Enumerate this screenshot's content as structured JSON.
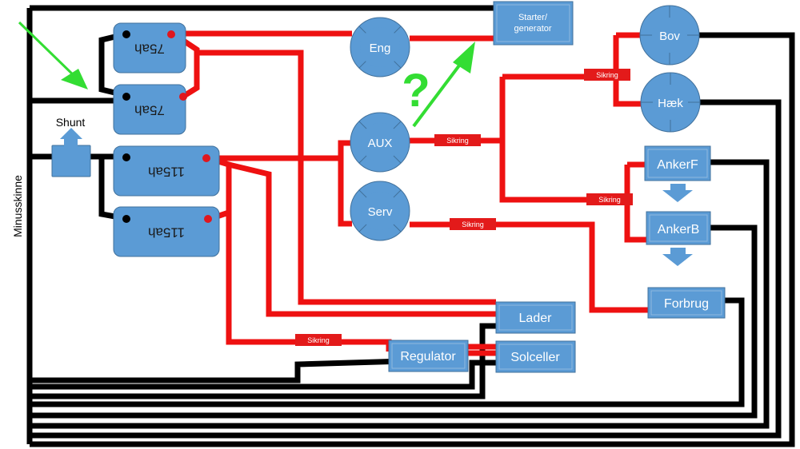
{
  "colors": {
    "positive_wire": "#ee1111",
    "negative_wire": "#000000",
    "component": "#5b9bd5",
    "fuse": "#e31a1a",
    "arrow_green": "#33dd33"
  },
  "labels": {
    "minus_bus": "Minusskinne",
    "shunt": "Shunt",
    "question_mark": "?"
  },
  "batteries": {
    "b1": "75ah",
    "b2": "75ah",
    "b3": "115ah",
    "b4": "115ah"
  },
  "circles": {
    "eng": "Eng",
    "aux": "AUX",
    "serv": "Serv",
    "bov": "Bov",
    "haek": "Hæk"
  },
  "boxes": {
    "starter_line1": "Starter/",
    "starter_line2": "generator",
    "ankerf": "AnkerF",
    "ankerb": "AnkerB",
    "forbrug": "Forbrug",
    "lader": "Lader",
    "regulator": "Regulator",
    "solceller": "Solceller"
  },
  "fuses": {
    "f_aux": "Sikring",
    "f_bov": "Sikring",
    "f_anker": "Sikring",
    "f_serv": "Sikring",
    "f_reg": "Sikring"
  }
}
